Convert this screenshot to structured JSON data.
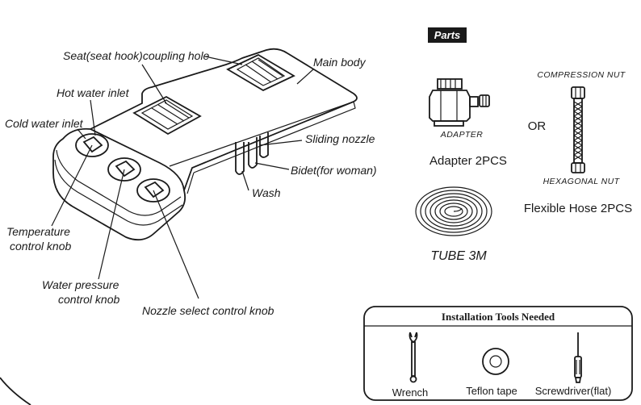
{
  "labels": {
    "seat_coupling_hole": "Seat(seat hook)coupling hole",
    "main_body": "Main body",
    "hot_water_inlet": "Hot water inlet",
    "cold_water_inlet": "Cold water inlet",
    "sliding_nozzle": "Sliding nozzle",
    "bidet": "Bidet(for woman)",
    "wash": "Wash",
    "temperature_knob_line1": "Temperature",
    "temperature_knob_line2": "control knob",
    "water_pressure_line1": "Water pressure",
    "water_pressure_line2": "control knob",
    "nozzle_select": "Nozzle select control knob"
  },
  "parts": {
    "heading": "Parts",
    "adapter_label": "ADAPTER",
    "adapter_caption": "Adapter 2PCS",
    "or": "OR",
    "compression_nut": "COMPRESSION  NUT",
    "hexagonal_nut": "HEXAGONAL NUT",
    "hose_caption": "Flexible Hose 2PCS",
    "tube_caption": "TUBE 3M"
  },
  "tools": {
    "title": "Installation Tools Needed",
    "wrench": "Wrench",
    "teflon": "Teflon tape",
    "screwdriver": "Screwdriver(flat)"
  }
}
